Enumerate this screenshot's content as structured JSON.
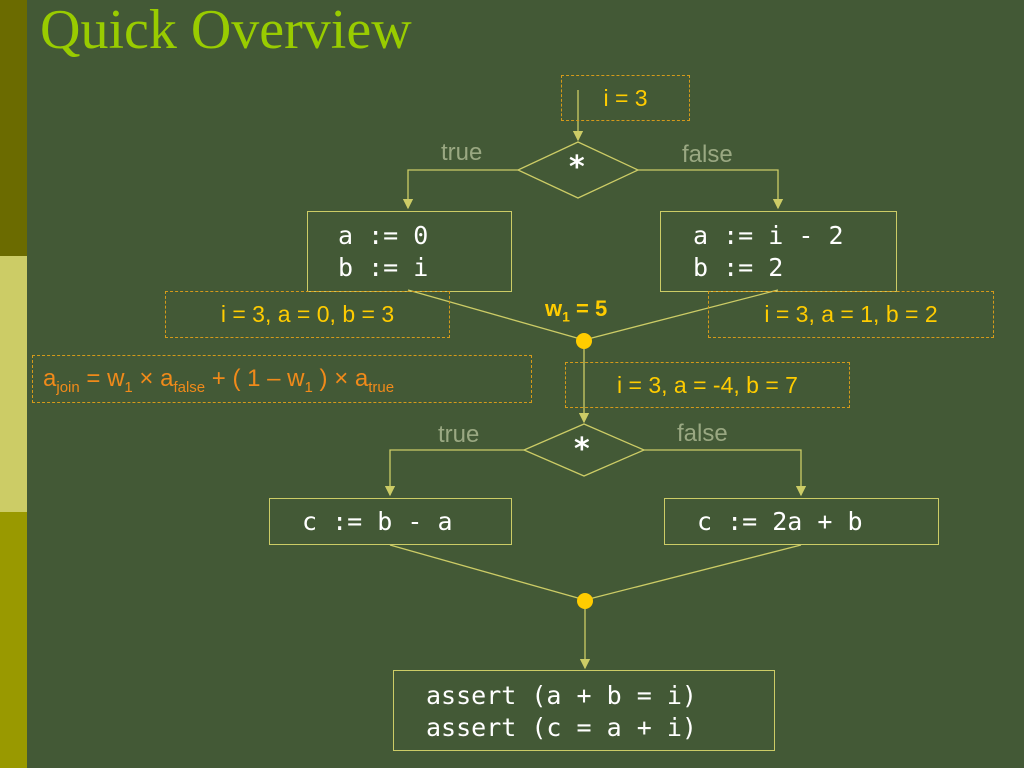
{
  "slide": {
    "title": "Quick Overview"
  },
  "diagram": {
    "init_annotation": "i = 3",
    "branch1": {
      "condition": "*",
      "true_label": "true",
      "false_label": "false",
      "true_code": [
        "a := 0",
        "b := i"
      ],
      "false_code": [
        "a := i - 2",
        "b := 2"
      ],
      "true_state": "i = 3, a = 0, b = 3",
      "false_state": "i = 3, a = 1, b = 2",
      "weight": {
        "name": "w",
        "sub": "1",
        "value": " = 5"
      },
      "joined_state": "i = 3, a = -4, b = 7"
    },
    "join_formula": {
      "a": "a",
      "a_sub": "join",
      "eq": " = w",
      "w_sub": "1",
      "times1": " × a",
      "false_sub": "false",
      "mid": " + ( 1 – w",
      "w_sub2": "1",
      "times2": " ) × a",
      "true_sub": "true"
    },
    "branch2": {
      "condition": "*",
      "true_label": "true",
      "false_label": "false",
      "true_code": "c := b - a",
      "false_code": "c := 2a + b"
    },
    "asserts": [
      "assert (a + b = i)",
      "assert (c = a + i)"
    ],
    "colors": {
      "line": "#cccc66",
      "join_dot": "#ffcc00",
      "dashed": "#d49a1a",
      "formula": "#f08a1a",
      "label": "#9aa882"
    }
  }
}
